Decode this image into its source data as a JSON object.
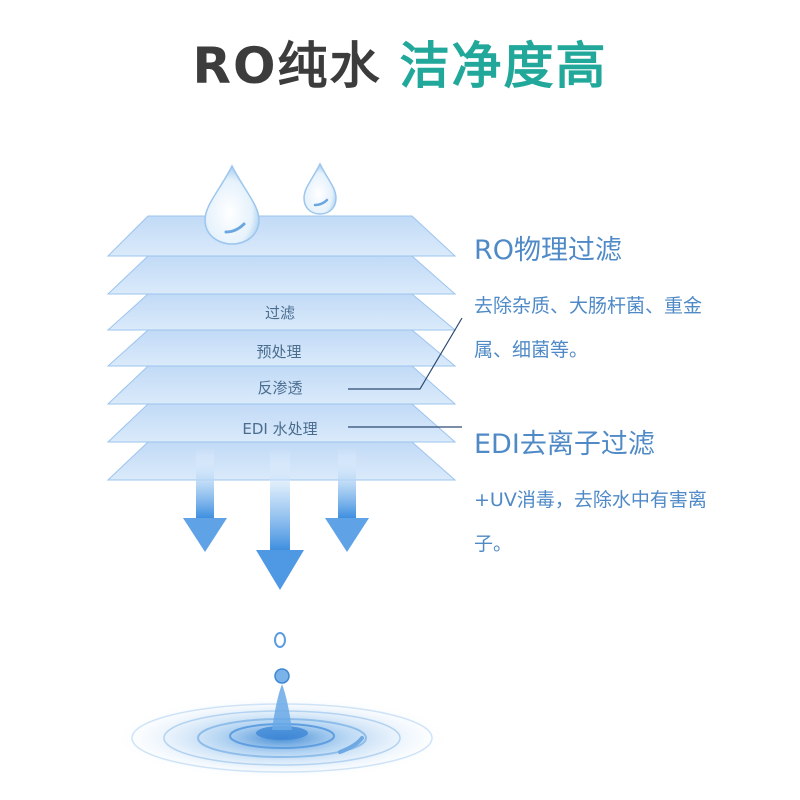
{
  "headline": {
    "part1": "RO纯水",
    "part2": "洁净度高"
  },
  "colors": {
    "headline_dark": "#3c3c3c",
    "headline_accent": "#22a89a",
    "callout_blue": "#4f8ac7",
    "layer_blue": "#a9cdf3",
    "arrow_blue": "#5fa3e6"
  },
  "layers": {
    "items": [
      {
        "label": "过滤"
      },
      {
        "label": "预处理"
      },
      {
        "label": "反渗透"
      },
      {
        "label": "EDI 水处理"
      }
    ]
  },
  "callouts": [
    {
      "title": "RO物理过滤",
      "description": "去除杂质、大肠杆菌、重金属、细菌等。"
    },
    {
      "title": "EDI去离子过滤",
      "description": "+UV消毒，去除水中有害离子。"
    }
  ],
  "icons": [
    "water-drop-icon",
    "down-arrow-icon",
    "water-splash-icon"
  ]
}
